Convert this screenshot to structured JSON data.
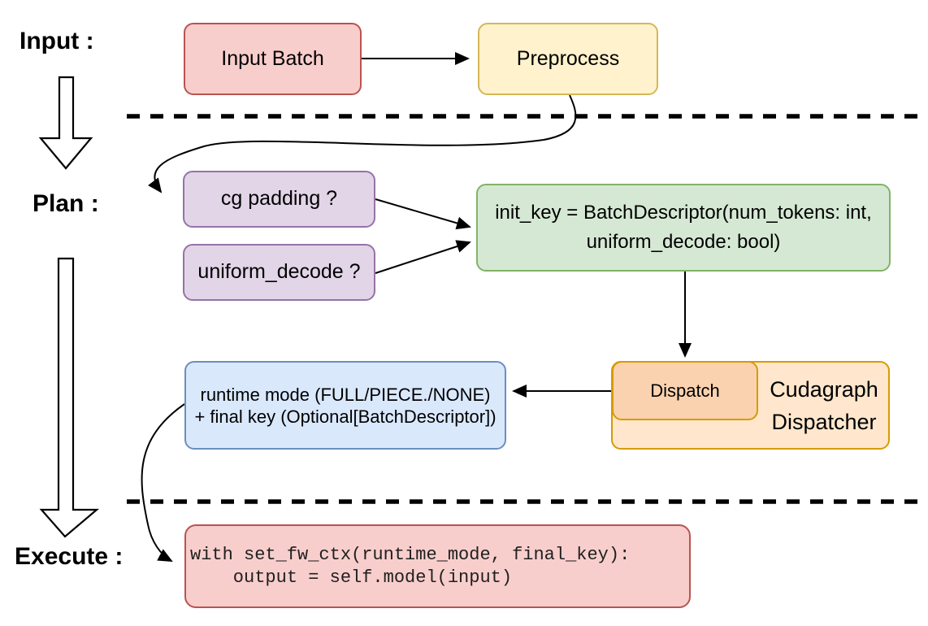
{
  "sections": {
    "input_label": "Input :",
    "plan_label": "Plan :",
    "execute_label": "Execute :"
  },
  "nodes": {
    "input_batch": "Input Batch",
    "preprocess": "Preprocess",
    "cg_padding": "cg padding ?",
    "uniform_decode": "uniform_decode ?",
    "init_key_line1": "init_key = BatchDescriptor(num_tokens: int,",
    "init_key_line2": "uniform_decode: bool)",
    "runtime_mode_line1": "runtime mode (FULL/PIECE./NONE)",
    "runtime_mode_line2": "+ final key (Optional[BatchDescriptor])",
    "dispatch": "Dispatch",
    "dispatcher_line1": "Cudagraph",
    "dispatcher_line2": "Dispatcher",
    "code_line1": "with set_fw_ctx(runtime_mode, final_key):",
    "code_line2": "    output = self.model(input)"
  },
  "colors": {
    "node_red_fill": "#F8CECC",
    "node_red_stroke": "#B85450",
    "node_yellow_fill": "#FFF2CC",
    "node_yellow_stroke": "#D6B656",
    "node_purple_fill": "#E1D5E7",
    "node_purple_stroke": "#9673A6",
    "node_green_fill": "#D5E8D4",
    "node_green_stroke": "#82B366",
    "node_orange_fill": "#FFE6CC",
    "node_orange_stroke": "#D79B00",
    "node_orange_dark_fill": "#FAD2B0",
    "node_blue_fill": "#DAE8FC",
    "node_blue_stroke": "#6C8EBF",
    "edge_color": "#000000",
    "code_text": "#202020"
  }
}
